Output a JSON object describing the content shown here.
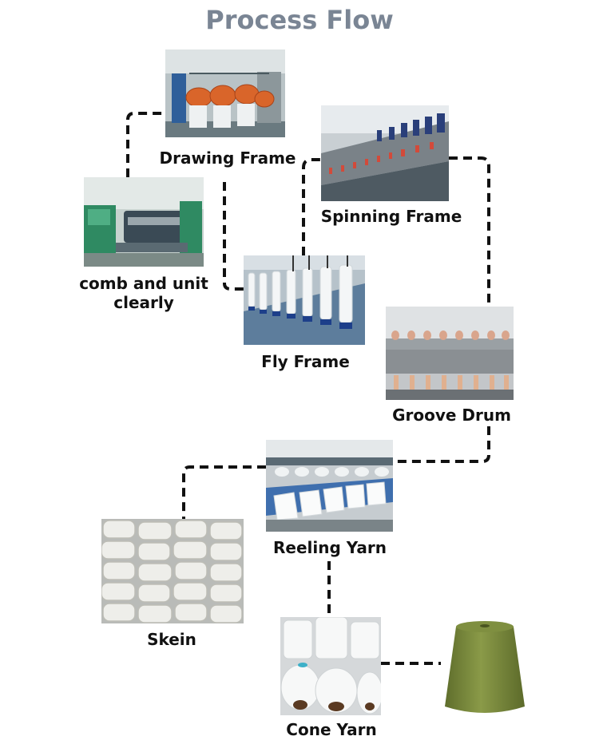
{
  "title": "Process Flow",
  "steps": [
    {
      "label": "Drawing Frame"
    },
    {
      "label": "Spinning Frame"
    },
    {
      "label": "comb and unit\nclearly"
    },
    {
      "label": "Fly Frame"
    },
    {
      "label": "Groove Drum"
    },
    {
      "label": "Reeling Yarn"
    },
    {
      "label": "Skein"
    },
    {
      "label": "Cone Yarn"
    }
  ],
  "colors": {
    "title": "#7a8594",
    "connector": "#111111",
    "yarn_green": "#7a8a3c",
    "orange_sliver": "#d9652a"
  }
}
